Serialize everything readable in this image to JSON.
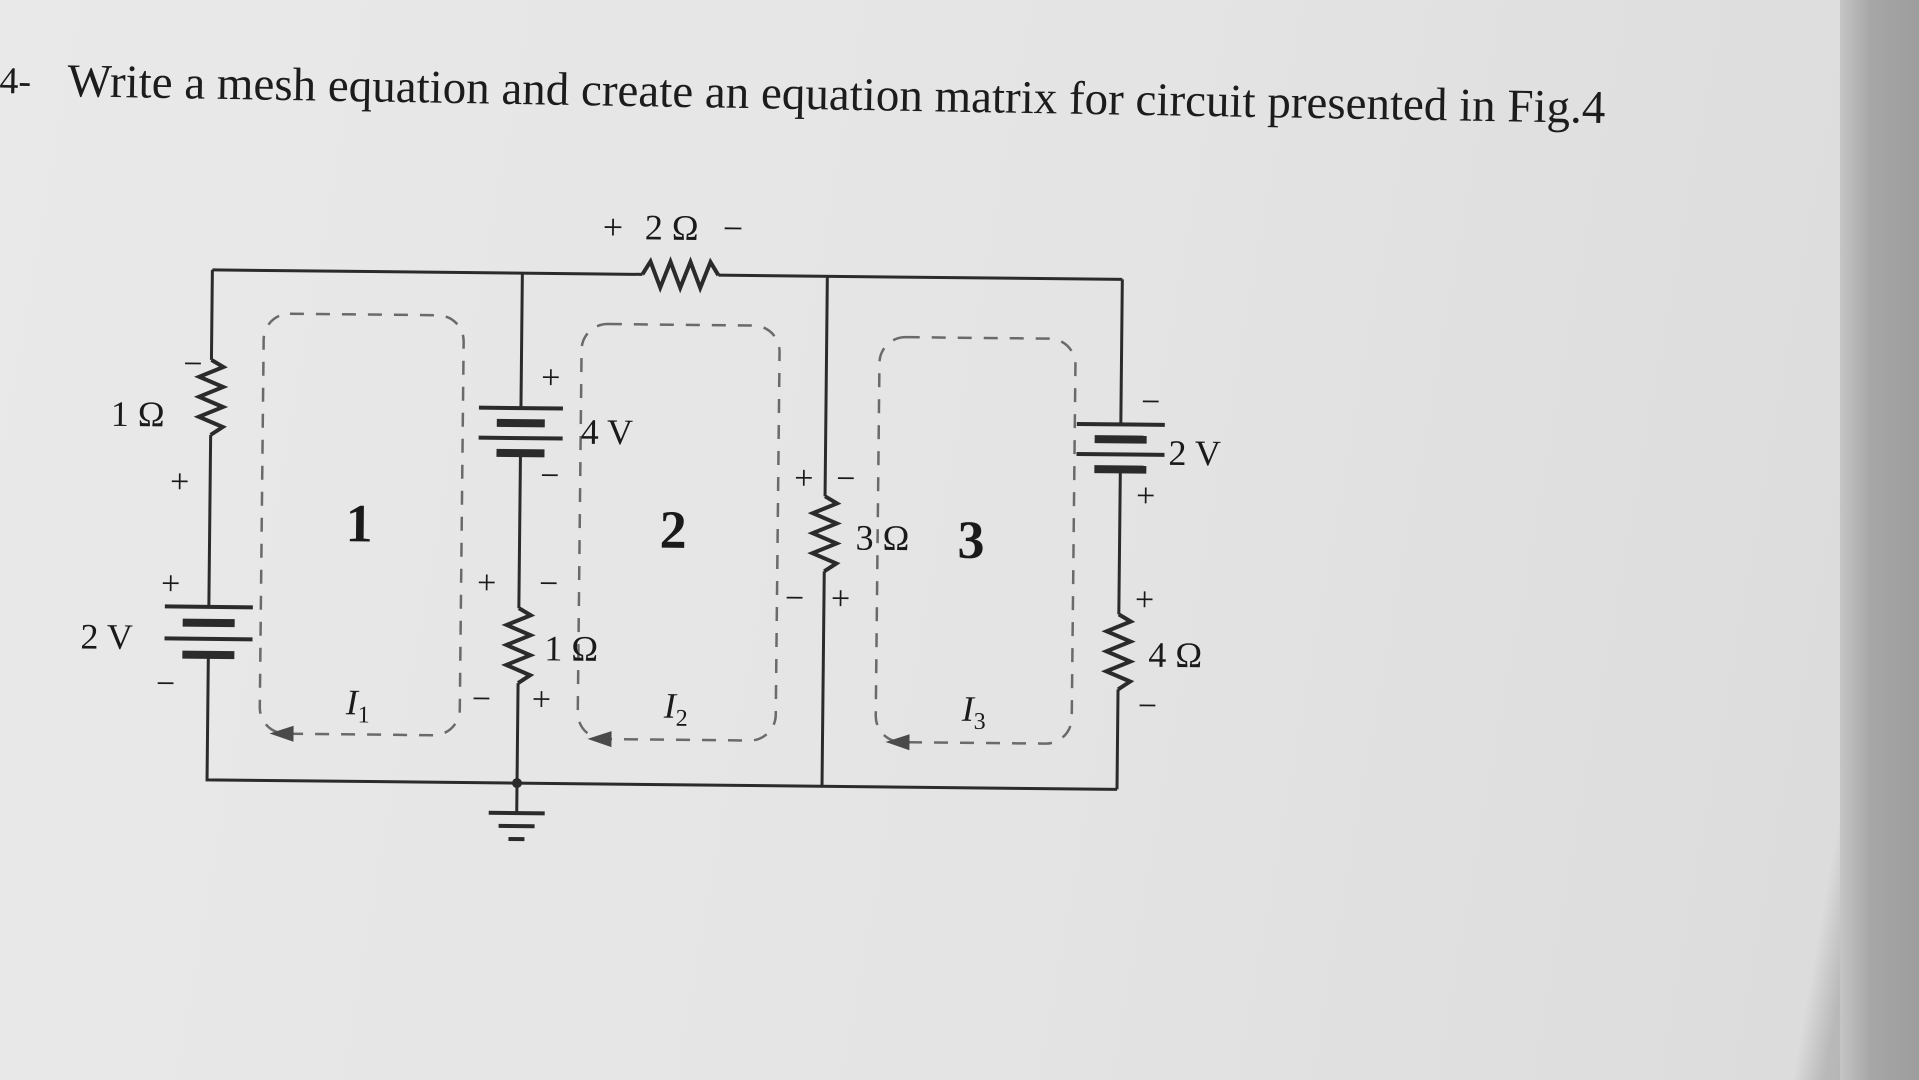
{
  "question": {
    "number": "4-",
    "text": "Write a mesh equation and create an equation matrix for circuit presented in Fig.4"
  },
  "circuit": {
    "top_resistor": {
      "value": "2 Ω",
      "plus": "+",
      "minus": "−"
    },
    "left_resistor": {
      "value": "1 Ω",
      "plus": "+",
      "minus": "−"
    },
    "left_source": {
      "value": "2 V",
      "plus": "+",
      "minus": "−"
    },
    "middle_source": {
      "value": "4 V",
      "plus": "+",
      "minus": "−"
    },
    "middle_resistor": {
      "value": "1 Ω",
      "plus": "+",
      "minus": "−"
    },
    "right_middle_resistor": {
      "value": "3 Ω",
      "plus": "+",
      "minus": "−"
    },
    "right_source": {
      "value": "2 V",
      "plus": "+",
      "minus": "−"
    },
    "right_resistor": {
      "value": "4 Ω",
      "plus": "+",
      "minus": "−"
    },
    "meshes": [
      {
        "number": "1",
        "current": "I",
        "current_sub": "1"
      },
      {
        "number": "2",
        "current": "I",
        "current_sub": "2"
      },
      {
        "number": "3",
        "current": "I",
        "current_sub": "3"
      }
    ]
  }
}
